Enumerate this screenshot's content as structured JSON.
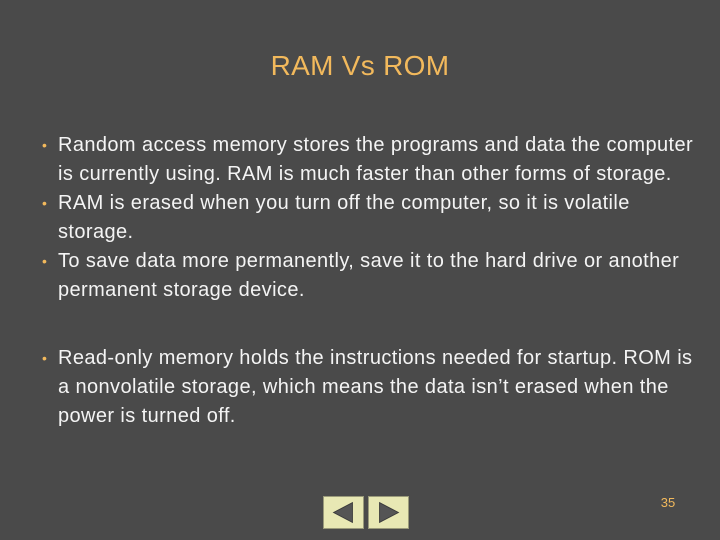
{
  "slide": {
    "title": "RAM Vs ROM",
    "bullet_icon": "•",
    "bullets": [
      "Random access memory stores the programs and data the computer is currently using. RAM is much faster than other forms of storage.",
      "RAM is erased when you turn off the computer, so it is volatile storage.",
      "To save data more permanently, save it to the hard drive or another permanent storage device.",
      "Read-only memory holds the instructions needed for startup. ROM is a nonvolatile storage, which means the data isn’t erased when the power is turned off."
    ],
    "page_number": "35"
  },
  "navigation": {
    "previous_icon": "triangle-left-icon",
    "next_icon": "triangle-right-icon"
  },
  "colors": {
    "background": "#4a4a4a",
    "title": "#f2b95c",
    "body_text": "#f4f4f4",
    "bullet": "#f2b95c",
    "nav_button": "#e8e8b4"
  }
}
